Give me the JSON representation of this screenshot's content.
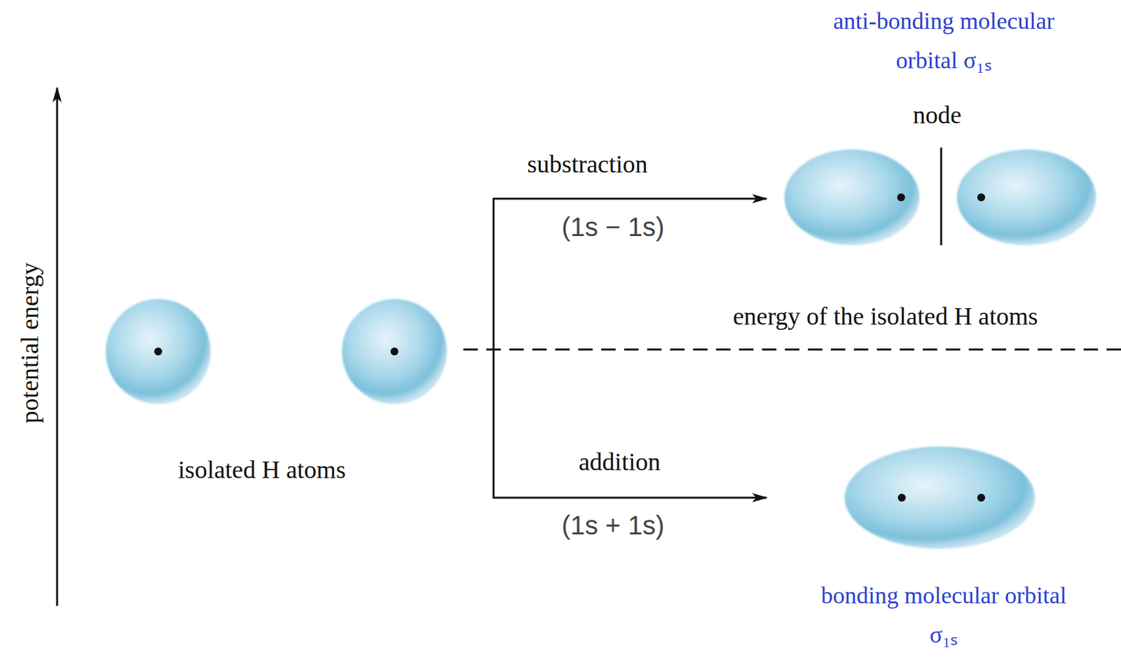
{
  "diagram": {
    "labels": [
      "potential energy",
      "anti-bonding molecular orbital σ₁ₛ",
      "node",
      "substraction",
      "(1s − 1s)",
      "energy of the isolated H atoms",
      "isolated H atoms",
      "addition",
      "(1s + 1s)",
      "bonding molecular orbital σ₁ₛ"
    ]
  }
}
